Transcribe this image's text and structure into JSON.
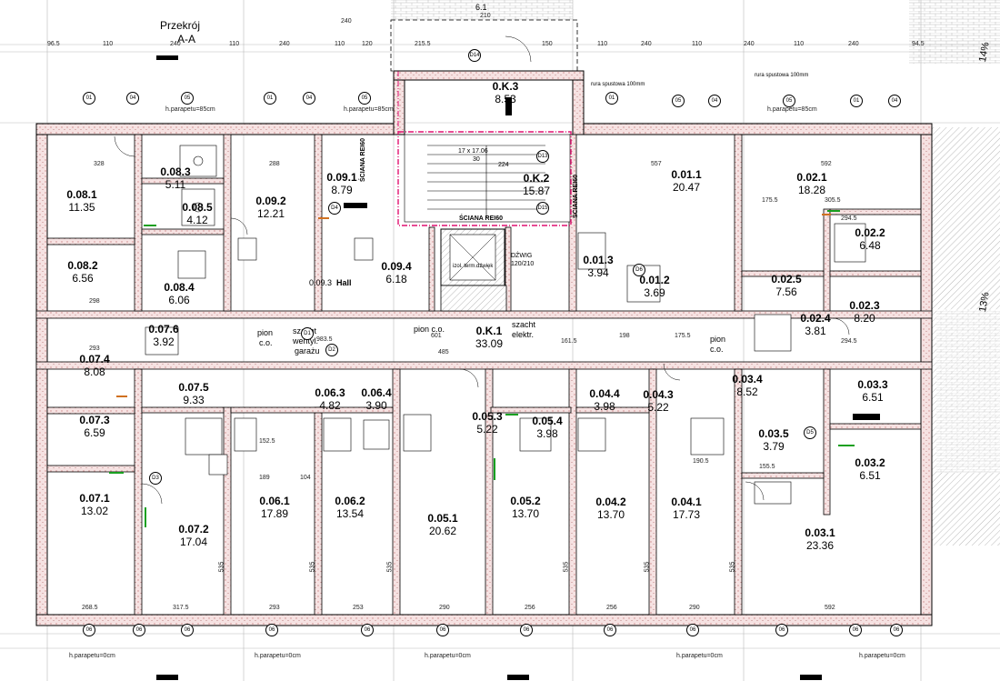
{
  "drawing": {
    "section_label": "Przekrój",
    "section_marker": "A-A",
    "top_dimension": "6.1",
    "stair_note": "17 x 17.06",
    "stair_note_2": "30",
    "stair_note_3": "224",
    "wall_label_1": "ŚCIANA REI60",
    "wall_label_2": "ŚCIANA REI60",
    "wall_label_3": "ŚCIANA REI60",
    "lift_label": "DŹWIG",
    "lift_door": "120/210",
    "izol_label": "izol. term.dźwięk",
    "pipe_note_1": "rura spustowa 100mm",
    "pipe_note_2": "rura spustowa 100mm",
    "slope_1": "14%",
    "slope_2": "13%",
    "shaft_gas_1": "szacht",
    "shaft_gas_2": "wentyl.",
    "shaft_gas_3": "garażu",
    "shaft_elec_1": "szacht",
    "shaft_elec_2": "elektr.",
    "pion_co_1": "pion",
    "pion_co_1b": "c.o.",
    "pion_co_2": "pion c.o.",
    "pion_co_3": "pion",
    "pion_co_3b": "c.o.",
    "hall_label": "Hall"
  },
  "rooms": [
    {
      "code": "0.K.3",
      "area": "8.53"
    },
    {
      "code": "0.K.2",
      "area": "15.87"
    },
    {
      "code": "0.K.1",
      "area": "33.09"
    },
    {
      "code": "0.08.1",
      "area": "11.35"
    },
    {
      "code": "0.08.3",
      "area": "5.11"
    },
    {
      "code": "0.08.5",
      "area": "4.12"
    },
    {
      "code": "0.08.2",
      "area": "6.56"
    },
    {
      "code": "0.08.4",
      "area": "6.06"
    },
    {
      "code": "0.09.1",
      "area": "8.79"
    },
    {
      "code": "0.09.2",
      "area": "12.21"
    },
    {
      "code": "0.09.4",
      "area": "6.18"
    },
    {
      "code": "0.09.3",
      "area": ""
    },
    {
      "code": "0.01.1",
      "area": "20.47"
    },
    {
      "code": "0.01.3",
      "area": "3.94"
    },
    {
      "code": "0.01.2",
      "area": "3.69"
    },
    {
      "code": "0.02.1",
      "area": "18.28"
    },
    {
      "code": "0.02.2",
      "area": "6.48"
    },
    {
      "code": "0.02.5",
      "area": "7.56"
    },
    {
      "code": "0.02.3",
      "area": "8.20"
    },
    {
      "code": "0.02.4",
      "area": "3.81"
    },
    {
      "code": "0.07.6",
      "area": "3.92"
    },
    {
      "code": "0.07.4",
      "area": "8.08"
    },
    {
      "code": "0.07.5",
      "area": "9.33"
    },
    {
      "code": "0.07.3",
      "area": "6.59"
    },
    {
      "code": "0.07.1",
      "area": "13.02"
    },
    {
      "code": "0.07.2",
      "area": "17.04"
    },
    {
      "code": "0.06.3",
      "area": "4.82"
    },
    {
      "code": "0.06.4",
      "area": "3.90"
    },
    {
      "code": "0.06.1",
      "area": "17.89"
    },
    {
      "code": "0.06.2",
      "area": "13.54"
    },
    {
      "code": "0.05.3",
      "area": "5.22"
    },
    {
      "code": "0.05.4",
      "area": "3.98"
    },
    {
      "code": "0.05.1",
      "area": "20.62"
    },
    {
      "code": "0.05.2",
      "area": "13.70"
    },
    {
      "code": "0.04.4",
      "area": "3.98"
    },
    {
      "code": "0.04.3",
      "area": "5.22"
    },
    {
      "code": "0.04.2",
      "area": "13.70"
    },
    {
      "code": "0.04.1",
      "area": "17.73"
    },
    {
      "code": "0.03.4",
      "area": "8.52"
    },
    {
      "code": "0.03.3",
      "area": "6.51"
    },
    {
      "code": "0.03.5",
      "area": "3.79"
    },
    {
      "code": "0.03.2",
      "area": "6.51"
    },
    {
      "code": "0.03.1",
      "area": "23.36"
    }
  ],
  "top_dimensions": [
    "96.5",
    "110",
    "240",
    "110",
    "240",
    "110",
    "240",
    "120",
    "215.5",
    "210",
    "150",
    "110",
    "240",
    "110",
    "240",
    "110",
    "240",
    "94.5"
  ],
  "interior_dimensions": [
    "328",
    "288",
    "557",
    "592",
    "294.5",
    "305.5",
    "175.5",
    "298",
    "293",
    "983.5",
    "161.5",
    "198",
    "175.5",
    "294.5",
    "268.5",
    "317.5",
    "293",
    "253",
    "290",
    "256",
    "256",
    "290",
    "592",
    "189",
    "104",
    "152.5",
    "190.5",
    "155.5",
    "485",
    "601",
    "535",
    "535",
    "535",
    "535",
    "535",
    "535"
  ],
  "window_tags_top": [
    "01",
    "04",
    "05",
    "01",
    "04",
    "05",
    "01",
    "04",
    "05",
    "01",
    "04",
    "05"
  ],
  "window_tags_bottom": [
    "06",
    "06",
    "06",
    "06",
    "06",
    "06",
    "06",
    "06",
    "06",
    "06",
    "06",
    "06"
  ],
  "door_tags": [
    "D1",
    "D2",
    "D3",
    "D4",
    "D5",
    "D6",
    "D13",
    "D14",
    "D15"
  ],
  "sill_note_top": "h.parapetu=85cm",
  "sill_note_bottom": "h.parapetu=0cm",
  "colors": {
    "wall_fill": "#f4dede",
    "wall_stroke": "#000000",
    "fire_line": "#e01070",
    "door_green": "#18a020",
    "door_orange": "#d07020",
    "hatch": "#888888"
  }
}
